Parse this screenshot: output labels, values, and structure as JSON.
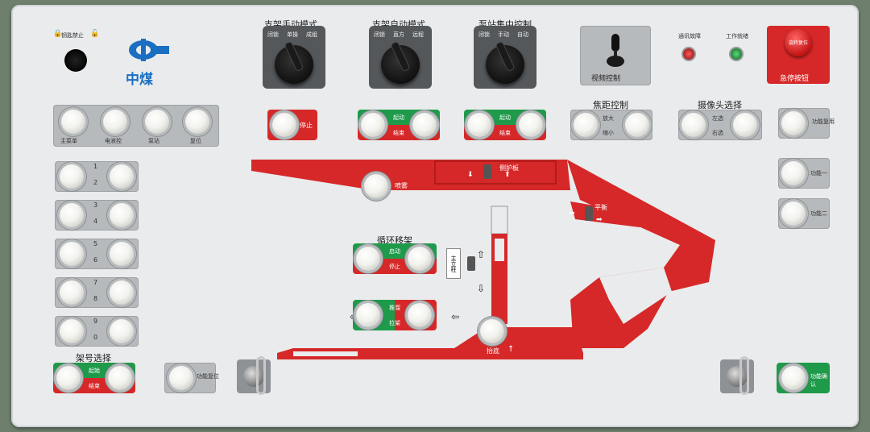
{
  "key_lock": {
    "label": "钥匙禁止"
  },
  "logo": {
    "text": "中煤"
  },
  "manual_mode": {
    "title": "支架手动模式",
    "positions": [
      "闭锁",
      "单操",
      "成组"
    ]
  },
  "auto_mode": {
    "title": "支架自动模式",
    "positions": [
      "闭锁",
      "直方",
      "远程"
    ]
  },
  "pump_mode": {
    "title": "泵站集中控制",
    "positions": [
      "闭锁",
      "手动",
      "自动"
    ]
  },
  "joystick": {
    "label": "视频控制"
  },
  "indicators": {
    "comm_fault": "通讯故障",
    "work_ready": "工作就绪"
  },
  "estop": {
    "label": "急停按钮",
    "cap_text": "旋转复位"
  },
  "manual_stop": {
    "label": "停止"
  },
  "auto_pair": {
    "start": "起动",
    "end": "结束"
  },
  "pump_pair": {
    "start": "起动",
    "end": "结束"
  },
  "focus": {
    "title": "焦距控制",
    "zoom_in": "放大",
    "zoom_out": "缩小"
  },
  "camera": {
    "title": "摄像头选择",
    "left": "左选",
    "right": "右选"
  },
  "func_reuse": {
    "label": "功能复用"
  },
  "func_one": {
    "label": "功能一"
  },
  "func_two": {
    "label": "功能二"
  },
  "top_row": {
    "items": [
      "主菜单",
      "电液控",
      "泵站",
      "复位"
    ]
  },
  "numpad": {
    "pairs": [
      [
        "1",
        "2"
      ],
      [
        "3",
        "4"
      ],
      [
        "5",
        "6"
      ],
      [
        "7",
        "8"
      ],
      [
        "9",
        "0"
      ]
    ]
  },
  "rack_select": {
    "title": "架号选择",
    "start": "起始",
    "end": "结束"
  },
  "func_reset": {
    "label": "功能复位"
  },
  "spray": {
    "label": "喷雾"
  },
  "side_guard": {
    "label": "侧护板"
  },
  "balance": {
    "label": "平衡"
  },
  "cycle": {
    "title": "循环移架",
    "start": "启动",
    "stop": "停止"
  },
  "main_column": {
    "label": "主立柱"
  },
  "push_pull": {
    "push": "推溜",
    "pull": "拉架"
  },
  "lift_base": {
    "label": "抬底"
  },
  "func_confirm": {
    "label": "功能确认"
  },
  "colors": {
    "panel": "#e9ebec",
    "red": "#d62828",
    "green": "#1f9a4a",
    "plate": "#b7babd"
  }
}
